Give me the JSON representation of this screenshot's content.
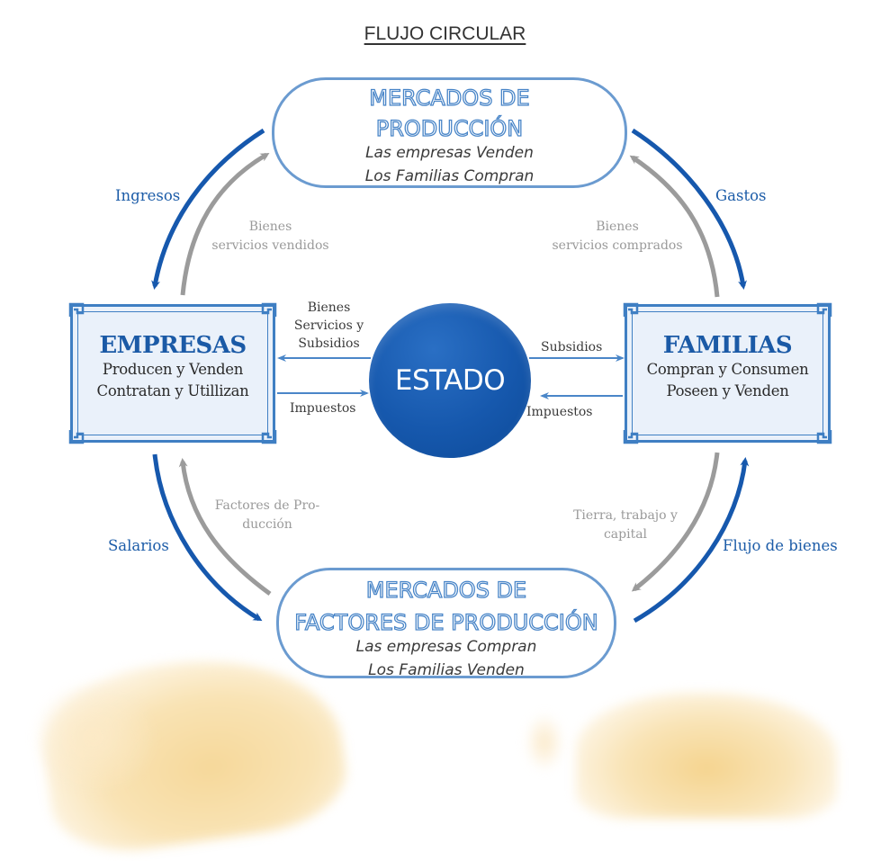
{
  "title": "FLUJO CIRCULAR",
  "colors": {
    "flow_blue": "#1658ad",
    "flow_gray": "#9b9b9b",
    "market_border": "#6b9bd0",
    "agent_border": "#3f7fc3",
    "agent_fill": "#eaf1fa",
    "estado_fill": "#1658ad"
  },
  "markets": {
    "production": {
      "title_lines": [
        "MERCADOS DE",
        "PRODUCCIÓN"
      ],
      "lines": [
        "Las empresas Venden",
        "Los Familias Compran"
      ]
    },
    "factors": {
      "title_lines": [
        "MERCADOS DE",
        "FACTORES DE PRODUCCIÓN"
      ],
      "lines": [
        "Las empresas Compran",
        "Los Familias Venden"
      ]
    }
  },
  "agents": {
    "empresas": {
      "title": "EMPRESAS",
      "lines": [
        "Producen y Venden",
        "Contratan y Utillizan"
      ]
    },
    "familias": {
      "title": "FAMILIAS",
      "lines": [
        "Compran y Consumen",
        "Poseen y Venden"
      ]
    }
  },
  "estado": {
    "label": "ESTADO"
  },
  "flows": {
    "ingresos": "Ingresos",
    "gastos": "Gastos",
    "salarios": "Salarios",
    "flujo_bienes": "Flujo de bienes",
    "bienes_vendidos": [
      "Bienes",
      "servicios vendidos"
    ],
    "bienes_comprados": [
      "Bienes",
      "servicios comprados"
    ],
    "factores_produccion": [
      "Factores de Pro-",
      "ducción"
    ],
    "tierra_trabajo": [
      "Tierra, trabajo y",
      "capital"
    ]
  },
  "government_flows": {
    "to_empresas": [
      "Bienes",
      "Servicios y",
      "Subsidios"
    ],
    "from_empresas": "Impuestos",
    "to_familias": "Subsidios",
    "from_familias": "Impuestos"
  }
}
